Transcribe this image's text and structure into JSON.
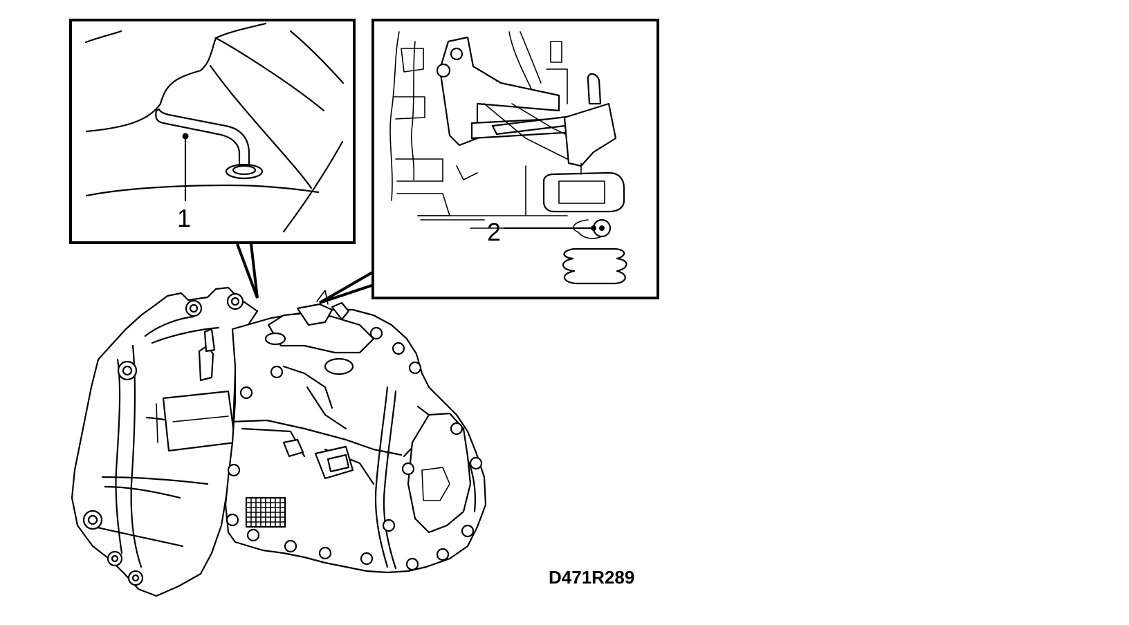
{
  "callouts": {
    "breather_hose_number": "1",
    "shift_linkage_number": "2"
  },
  "figure_code": "D471R289",
  "colors": {
    "line": "#000000",
    "background": "#ffffff"
  }
}
